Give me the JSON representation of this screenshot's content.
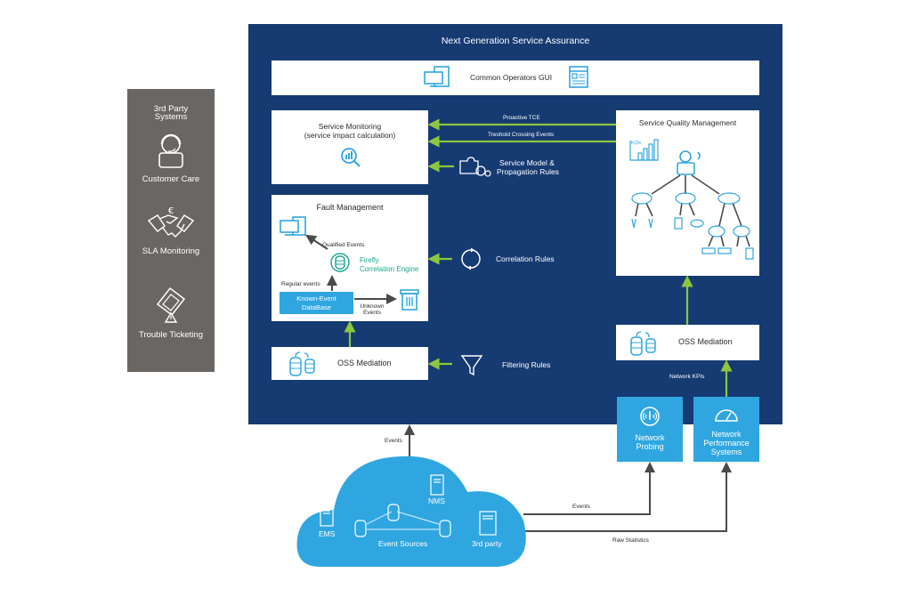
{
  "title": "Next Generation Service Assurance",
  "third_party": {
    "title_line1": "3rd Party",
    "title_line2": "Systems",
    "items": [
      {
        "label": "Customer Care",
        "icon": "headset-icon"
      },
      {
        "label": "SLA Monitoring",
        "icon": "handshake-euro-icon"
      },
      {
        "label": "Trouble Ticketing",
        "icon": "ticket-warning-icon"
      }
    ]
  },
  "gui": {
    "label": "Common Operators GUI"
  },
  "service_monitoring": {
    "line1": "Service Monitoring",
    "line2": "(service impact calculation)"
  },
  "flows": {
    "proactive_tce": "Proactive TCE",
    "threshold_events": "Treshold Crossing Events",
    "service_model_line1": "Service Model &",
    "service_model_line2": "Propagation Rules",
    "correlation_rules": "Correlation Rules",
    "filtering_rules": "Filtering Rules",
    "network_kpis": "Network KPIs",
    "events_up": "Events",
    "events_probe": "Events",
    "raw_statistics": "Raw Statistics"
  },
  "fault_management": {
    "title": "Fault Management",
    "qualified_events": "Qualified Events",
    "engine_line1": "Firefly",
    "engine_line2": "Correlation Engine",
    "regular_events": "Regular events",
    "db_line1": "Known-Event",
    "db_line2": "DataBase",
    "unknown_line1": "Unknown",
    "unknown_line2": "Events"
  },
  "oss_left": {
    "label": "OSS Mediation"
  },
  "oss_right": {
    "label": "OSS Mediation"
  },
  "sqm": {
    "title": "Service Quality Management",
    "kqi_label": "KQIs"
  },
  "network_probing": {
    "line1": "Network",
    "line2": "Probing"
  },
  "network_perf": {
    "line1": "Network",
    "line2": "Performance",
    "line3": "Systems"
  },
  "cloud": {
    "nms": "NMS",
    "ems": "EMS",
    "event_sources": "Event Sources",
    "third_party": "3rd party"
  },
  "colors": {
    "panel_blue": "#163a72",
    "accent_cyan": "#2fa6e0",
    "arrow_green": "#8dc63f",
    "sidebar_gray": "#6a6663",
    "engine_teal": "#1aa58f"
  }
}
